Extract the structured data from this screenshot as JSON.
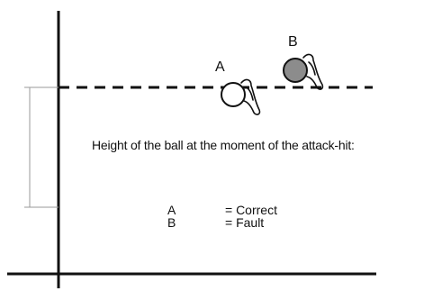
{
  "labels": {
    "ball_a": "A",
    "ball_b": "B"
  },
  "caption": "Height of the ball at the moment of the attack-hit:",
  "legend": [
    {
      "key": "A",
      "value": "= Correct"
    },
    {
      "key": "B",
      "value": "= Fault"
    }
  ],
  "colors": {
    "line": "#111111",
    "ball_a_fill": "#ffffff",
    "ball_b_fill": "#8c8c8c",
    "bracket": "#9a9a9a"
  }
}
